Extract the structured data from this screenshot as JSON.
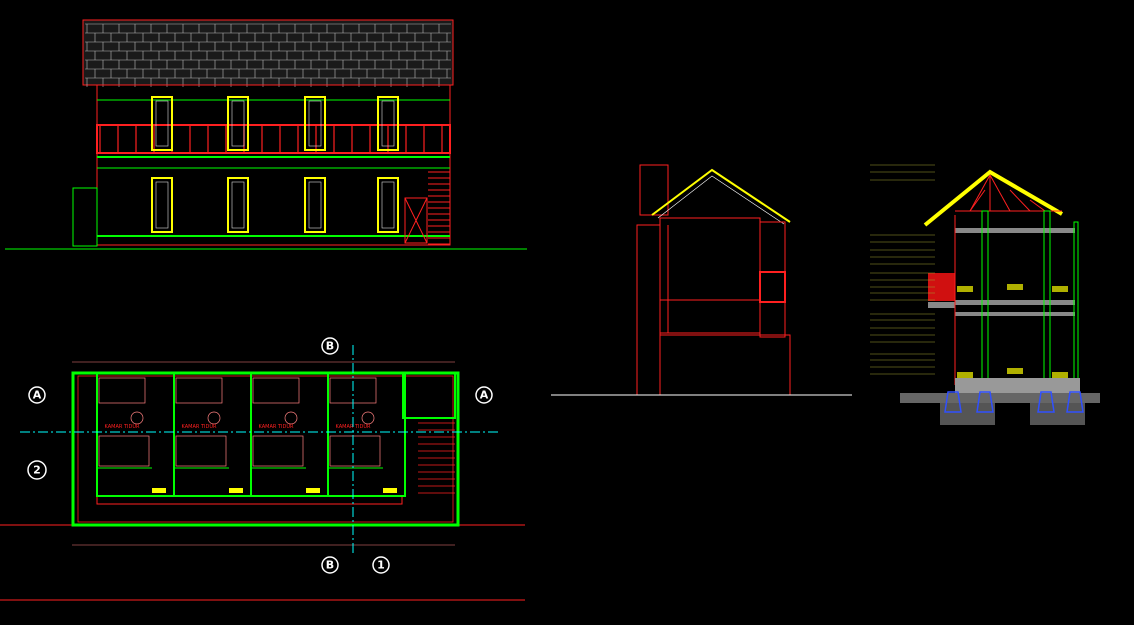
{
  "drawing": {
    "background": "#000000",
    "colors": {
      "wall": "#ff2020",
      "line": "#00ff00",
      "window": "#ffff00",
      "axis": "#00ffff",
      "annotation": "#c8c832",
      "footing": "#3050ff"
    },
    "grid_bubbles": {
      "a_left": "A",
      "a_right": "A",
      "b_top": "B",
      "b_bottom": "B",
      "two": "2",
      "one": "1"
    },
    "rooms": [
      "KAMAR TIDUR",
      "KAMAR TIDUR",
      "KAMAR TIDUR",
      "KAMAR TIDUR"
    ]
  }
}
